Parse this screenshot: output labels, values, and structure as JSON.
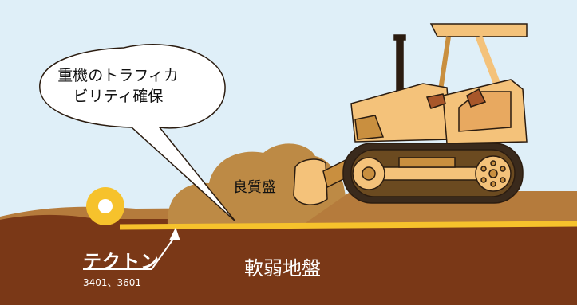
{
  "callout": {
    "lines": [
      "重機のトラフィカ",
      "ビリティ確保"
    ]
  },
  "labels": {
    "fill_material": "良質盛",
    "soft_ground": "軟弱地盤",
    "product_name": "テクトン",
    "product_codes": "3401、3601"
  },
  "colors": {
    "sky": "#dfeff8",
    "ground": "#7a3817",
    "ground_surface": "#b57b3c",
    "fill_pile": "#bd8a45",
    "sheet": "#f6c22c",
    "dozer_body": "#f4c27a",
    "dozer_shadow": "#c98f3f",
    "track": "#3a2a1c",
    "outline": "#2b1c10",
    "bubble": "#ffffff"
  }
}
